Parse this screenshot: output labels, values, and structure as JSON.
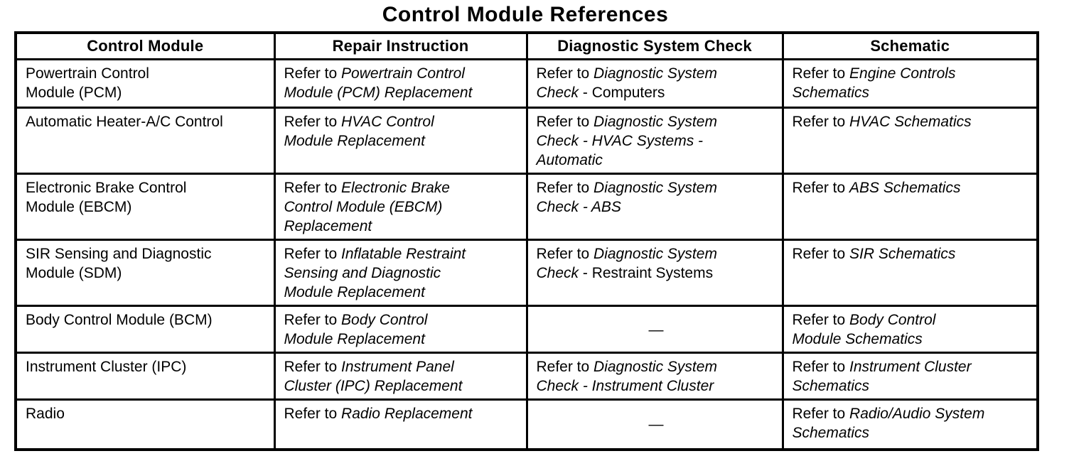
{
  "colors": {
    "text": "#000000",
    "background": "#ffffff",
    "border": "#000000"
  },
  "title": "Control Module References",
  "table": {
    "headers": [
      "Control Module",
      "Repair Instruction",
      "Diagnostic System Check",
      "Schematic"
    ],
    "rows": [
      {
        "cells": [
          {
            "runs": [
              {
                "t": "Powertrain Control\nModule (PCM)"
              }
            ]
          },
          {
            "runs": [
              {
                "t": "Refer to "
              },
              {
                "t": "Powertrain Control\nModule (PCM) Replacement",
                "i": true
              }
            ]
          },
          {
            "runs": [
              {
                "t": "Refer to "
              },
              {
                "t": "Diagnostic System\nCheck",
                "i": true
              },
              {
                "t": " - Computers"
              }
            ]
          },
          {
            "runs": [
              {
                "t": "Refer to "
              },
              {
                "t": "Engine Controls\nSchematics",
                "i": true
              }
            ]
          }
        ]
      },
      {
        "cells": [
          {
            "runs": [
              {
                "t": "Automatic Heater-A/C Control"
              }
            ]
          },
          {
            "runs": [
              {
                "t": "Refer to "
              },
              {
                "t": "HVAC Control\nModule Replacement",
                "i": true
              }
            ]
          },
          {
            "runs": [
              {
                "t": "Refer to "
              },
              {
                "t": "Diagnostic System\nCheck - HVAC Systems -\nAutomatic",
                "i": true
              }
            ]
          },
          {
            "runs": [
              {
                "t": "Refer to "
              },
              {
                "t": "HVAC Schematics",
                "i": true
              }
            ]
          }
        ]
      },
      {
        "cells": [
          {
            "runs": [
              {
                "t": "Electronic Brake Control\nModule (EBCM)"
              }
            ]
          },
          {
            "runs": [
              {
                "t": "Refer to "
              },
              {
                "t": "Electronic Brake\nControl Module (EBCM)\nReplacement",
                "i": true
              }
            ]
          },
          {
            "runs": [
              {
                "t": "Refer to "
              },
              {
                "t": "Diagnostic System\nCheck - ABS",
                "i": true
              }
            ]
          },
          {
            "runs": [
              {
                "t": "Refer to "
              },
              {
                "t": "ABS Schematics",
                "i": true
              }
            ]
          }
        ]
      },
      {
        "cells": [
          {
            "runs": [
              {
                "t": "SIR Sensing and Diagnostic\nModule (SDM)"
              }
            ]
          },
          {
            "runs": [
              {
                "t": "Refer to "
              },
              {
                "t": "Inflatable Restraint\nSensing and Diagnostic\nModule Replacement",
                "i": true
              }
            ]
          },
          {
            "runs": [
              {
                "t": "Refer to "
              },
              {
                "t": "Diagnostic System\nCheck",
                "i": true
              },
              {
                "t": " - Restraint Systems"
              }
            ]
          },
          {
            "runs": [
              {
                "t": "Refer to "
              },
              {
                "t": "SIR Schematics",
                "i": true
              }
            ]
          }
        ]
      },
      {
        "cells": [
          {
            "runs": [
              {
                "t": "Body Control Module (BCM)"
              }
            ]
          },
          {
            "runs": [
              {
                "t": "Refer to "
              },
              {
                "t": "Body Control\nModule Replacement",
                "i": true
              }
            ]
          },
          {
            "runs": [
              {
                "t": "—"
              }
            ],
            "align": "center"
          },
          {
            "runs": [
              {
                "t": "Refer to "
              },
              {
                "t": "Body Control\nModule Schematics",
                "i": true
              }
            ]
          }
        ]
      },
      {
        "cells": [
          {
            "runs": [
              {
                "t": "Instrument Cluster (IPC)"
              }
            ]
          },
          {
            "runs": [
              {
                "t": "Refer to "
              },
              {
                "t": "Instrument Panel\nCluster (IPC) Replacement",
                "i": true
              }
            ]
          },
          {
            "runs": [
              {
                "t": "Refer to "
              },
              {
                "t": "Diagnostic System\nCheck - Instrument Cluster",
                "i": true
              }
            ]
          },
          {
            "runs": [
              {
                "t": "Refer to "
              },
              {
                "t": "Instrument Cluster\nSchematics",
                "i": true
              }
            ]
          }
        ]
      },
      {
        "cells": [
          {
            "runs": [
              {
                "t": "Radio"
              }
            ]
          },
          {
            "runs": [
              {
                "t": "Refer to "
              },
              {
                "t": "Radio Replacement",
                "i": true
              }
            ]
          },
          {
            "runs": [
              {
                "t": "—"
              }
            ],
            "align": "center"
          },
          {
            "runs": [
              {
                "t": "Refer to "
              },
              {
                "t": "Radio/Audio System\nSchematics",
                "i": true
              }
            ]
          }
        ]
      }
    ]
  }
}
